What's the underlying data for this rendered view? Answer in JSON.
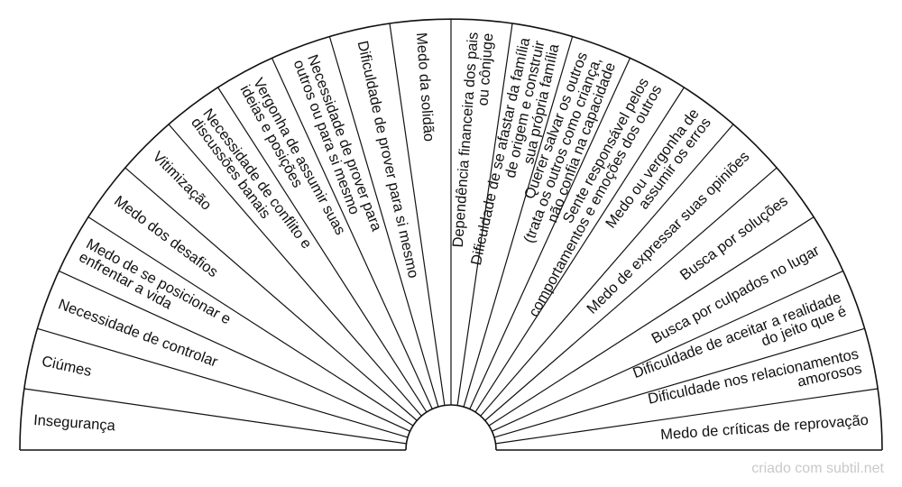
{
  "footer": {
    "credit": "criado com subtil.net"
  },
  "colors": {
    "stroke": "#111111",
    "text": "#111111",
    "credit": "#c9c9c9",
    "background": "#ffffff"
  },
  "sectors": [
    {
      "lines": [
        "Insegurança"
      ]
    },
    {
      "lines": [
        "Ciúmes"
      ]
    },
    {
      "lines": [
        "Necessidade de controlar"
      ]
    },
    {
      "lines": [
        "Medo de se posicionar e",
        "enfrentar a vida"
      ]
    },
    {
      "lines": [
        "Medo dos desafios"
      ]
    },
    {
      "lines": [
        "Vitimização"
      ]
    },
    {
      "lines": [
        "Necessidade de conflito e",
        "discussões banais"
      ]
    },
    {
      "lines": [
        "Vergonha de assumir suas",
        "ideias e posições"
      ]
    },
    {
      "lines": [
        "Necessidade de prover para",
        "outros ou para si mesmo"
      ]
    },
    {
      "lines": [
        "Dificuldade de prover para si mesmo"
      ]
    },
    {
      "lines": [
        "Medo da solidão"
      ]
    },
    {
      "lines": [
        "Dependência financeira dos pais",
        "ou cônjuge"
      ]
    },
    {
      "lines": [
        "Dificuldade de se afastar da família",
        "de origem e construir",
        "sua própria família"
      ]
    },
    {
      "lines": [
        "Querer salvar os outros",
        "(trata os outros como criança,",
        "não confia na capacidade"
      ]
    },
    {
      "lines": [
        "Sente responsável pelos",
        "comportamentos e emoções dos outros"
      ]
    },
    {
      "lines": [
        "Medo ou vergonha de",
        "assumir os erros"
      ]
    },
    {
      "lines": [
        "Medo de expressar suas opiniões"
      ]
    },
    {
      "lines": [
        "Busca por soluções"
      ]
    },
    {
      "lines": [
        "Busca por culpados no lugar"
      ]
    },
    {
      "lines": [
        "Dificuldade de aceitar a realidade",
        "do jeito que é"
      ]
    },
    {
      "lines": [
        "Dificuldade nos relacionamentos",
        "amorosos"
      ]
    },
    {
      "lines": [
        "Medo de críticas de reprovação"
      ]
    }
  ]
}
